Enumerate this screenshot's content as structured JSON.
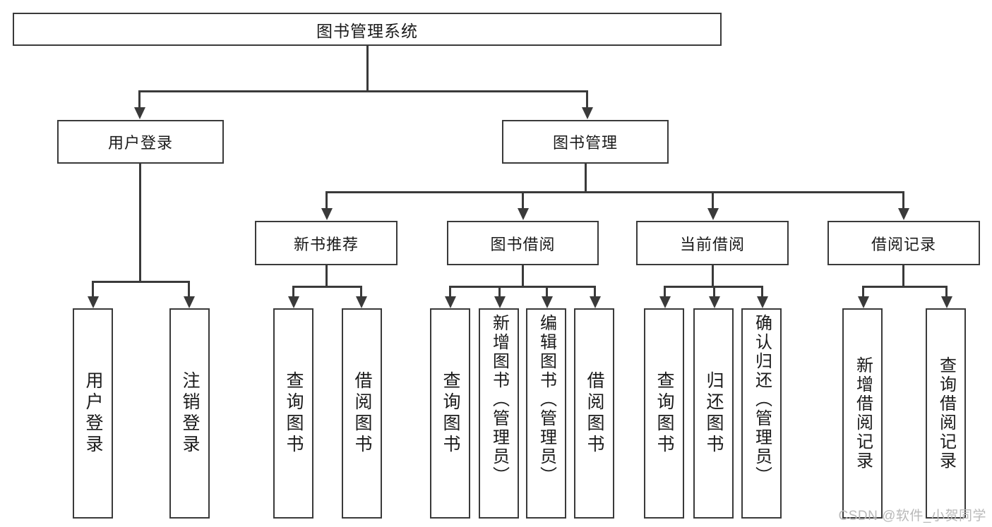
{
  "diagram": {
    "title": "图书管理系统",
    "type": "hierarchy-tree",
    "root": {
      "id": "root",
      "label": "图书管理系统"
    },
    "level2": [
      {
        "id": "user-login",
        "label": "用户登录"
      },
      {
        "id": "book-management",
        "label": "图书管理"
      }
    ],
    "level3": [
      {
        "id": "new-book-recommend",
        "label": "新书推荐"
      },
      {
        "id": "book-borrow",
        "label": "图书借阅"
      },
      {
        "id": "current-borrow",
        "label": "当前借阅"
      },
      {
        "id": "borrow-record",
        "label": "借阅记录"
      }
    ],
    "leaves": {
      "user_login": [
        {
          "id": "leaf-user-login",
          "label": "用户登录"
        },
        {
          "id": "leaf-logout-login",
          "label": "注销登录"
        }
      ],
      "new_book_recommend": [
        {
          "id": "leaf-query-book-1",
          "label": "查询图书"
        },
        {
          "id": "leaf-borrow-book-1",
          "label": "借阅图书"
        }
      ],
      "book_borrow": [
        {
          "id": "leaf-query-book-2",
          "label": "查询图书"
        },
        {
          "id": "leaf-add-book",
          "label": "新增图书（管理员）"
        },
        {
          "id": "leaf-edit-book",
          "label": "编辑图书（管理员）"
        },
        {
          "id": "leaf-borrow-book-2",
          "label": "借阅图书"
        }
      ],
      "current_borrow": [
        {
          "id": "leaf-query-book-3",
          "label": "查询图书"
        },
        {
          "id": "leaf-return-book",
          "label": "归还图书"
        },
        {
          "id": "leaf-confirm-return",
          "label": "确认归还（管理员）"
        }
      ],
      "borrow_record": [
        {
          "id": "leaf-add-record",
          "label": "新增借阅记录"
        },
        {
          "id": "leaf-query-record",
          "label": "查询借阅记录"
        }
      ]
    }
  },
  "watermark": {
    "text": "CSDN @软件_小贺同学"
  },
  "colors": {
    "stroke": "#3a3a3a",
    "fill": "#ffffff",
    "text": "#1a1a1a",
    "watermark": "#b9b9b9"
  }
}
